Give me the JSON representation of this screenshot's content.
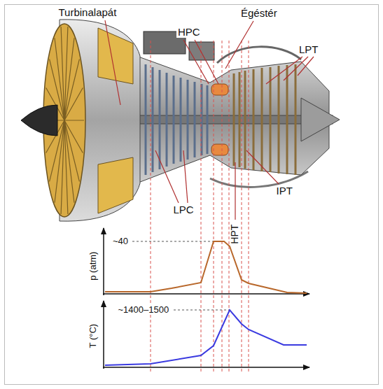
{
  "diagram": {
    "labels": [
      "Turbinalapát",
      "HPC",
      "Égéstér",
      "LPT",
      "LPC",
      "HPT",
      "IPT",
      "p (atm)",
      "~40",
      "T (°C)",
      "~1400–1500"
    ]
  }
}
